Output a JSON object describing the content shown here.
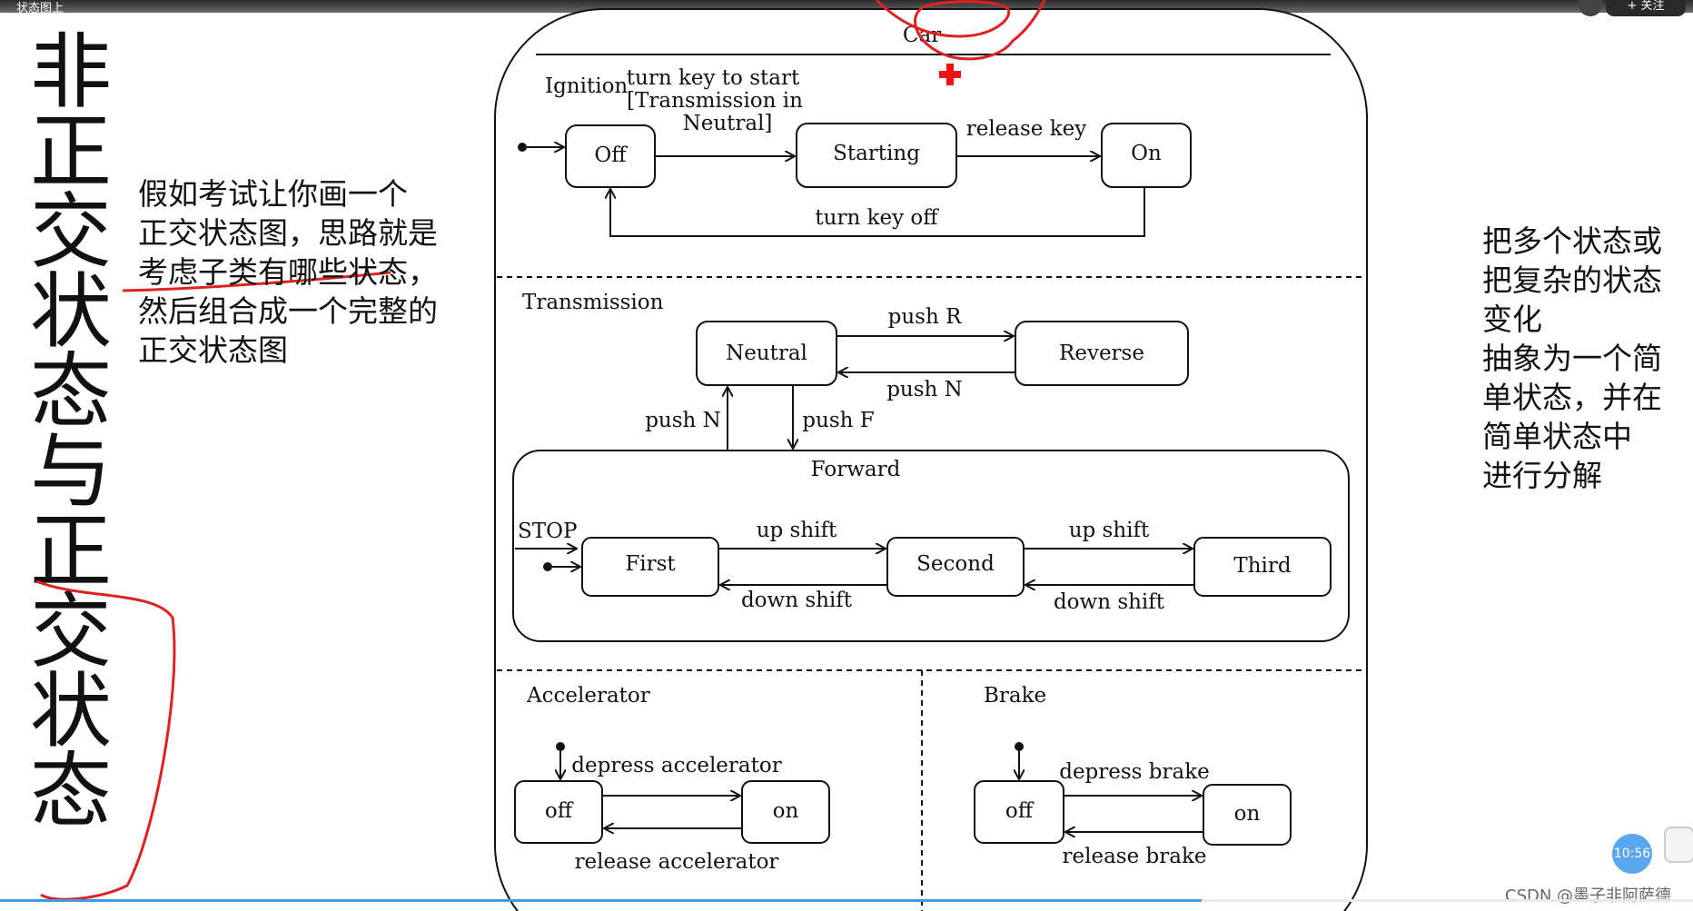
{
  "header": {
    "title": "状态图上",
    "follow_label": "+ 关注"
  },
  "big_title": [
    "非",
    "正",
    "交",
    "状",
    "态",
    "与",
    "正",
    "交",
    "状",
    "态"
  ],
  "note_left": [
    "假如考试让你画一个",
    "正交状态图，思路就是",
    "考虑子类有哪些状态，",
    "然后组合成一个完整的",
    "正交状态图"
  ],
  "note_right": [
    "把多个状态或",
    "把复杂的状态",
    "变化",
    "抽象为一个简",
    "单状态，并在",
    "简单状态中",
    "进行分解"
  ],
  "diagram": {
    "car": "Car",
    "ignition": {
      "region": "Ignition",
      "states": [
        "Off",
        "Starting",
        "On"
      ],
      "t1_line1": "turn key to start",
      "t1_line2": "[Transmission in",
      "t1_line3": "Neutral]",
      "t2": "release key",
      "t3": "turn key off"
    },
    "transmission": {
      "region": "Transmission",
      "neutral": "Neutral",
      "reverse": "Reverse",
      "push_r": "push R",
      "push_n": "push N",
      "push_n2": "push N",
      "push_f": "push F",
      "forward": "Forward",
      "stop": "STOP",
      "first": "First",
      "second": "Second",
      "third": "Third",
      "up1": "up shift",
      "up2": "up shift",
      "down1": "down shift",
      "down2": "down shift"
    },
    "accelerator": {
      "region": "Accelerator",
      "off": "off",
      "on": "on",
      "depress": "depress accelerator",
      "release": "release accelerator"
    },
    "brake": {
      "region": "Brake",
      "off": "off",
      "on": "on",
      "depress": "depress brake",
      "release": "release brake"
    }
  },
  "player": {
    "time": "10:56",
    "progress_fraction": 0.71
  },
  "watermark": "CSDN @墨子非阿萨德"
}
